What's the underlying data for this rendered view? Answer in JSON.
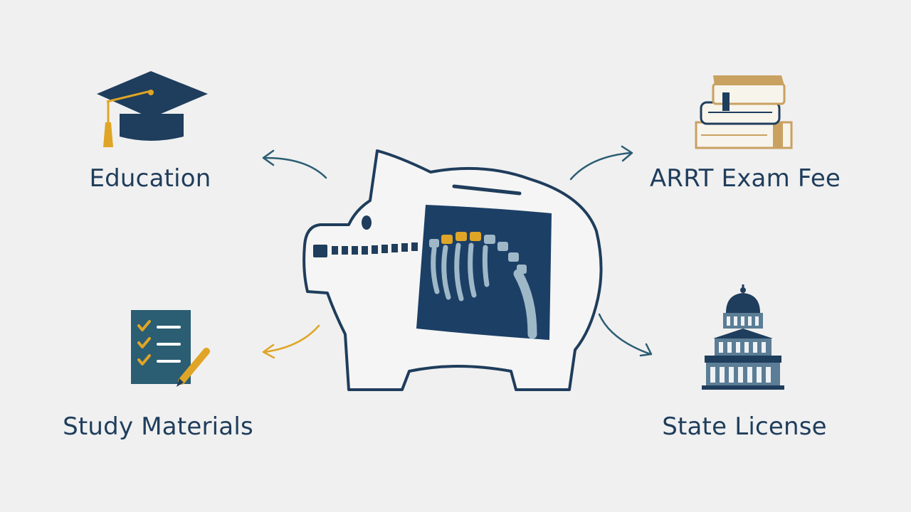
{
  "labels": {
    "education": "Education",
    "exam_fee": "ARRT Exam Fee",
    "study_materials": "Study Materials",
    "state_license": "State License"
  },
  "colors": {
    "background": "#f0f0f0",
    "navy": "#1f3d5c",
    "teal": "#2b5d73",
    "gold": "#e0a526",
    "bone": "#9fb8c8"
  },
  "icons": {
    "education": "graduation-cap-icon",
    "exam_fee": "book-stack-icon",
    "study_materials": "checklist-pencil-icon",
    "state_license": "capitol-building-icon",
    "center": "piggy-bank-xray-icon"
  }
}
